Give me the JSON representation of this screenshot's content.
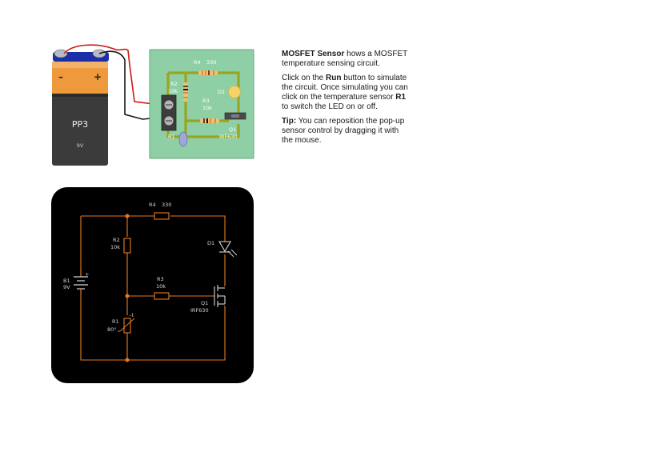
{
  "battery": {
    "type_label": "PP3",
    "voltage_label": "9V",
    "minus_label": "–",
    "plus_label": "+"
  },
  "pcb": {
    "r4_ref": "R4",
    "r4_value": "330",
    "r2_ref": "R2",
    "r2_value": "10k",
    "r3_ref": "R3",
    "r3_value": "10k",
    "d1_ref": "D1",
    "q1_ref": "Q1",
    "q1_part": "IRF630",
    "r1_ref": "R1"
  },
  "schematic": {
    "r4_ref": "R4",
    "r4_value": "330",
    "r2_ref": "R2",
    "r2_value": "10k",
    "r3_ref": "R3",
    "r3_value": "10k",
    "d1_ref": "D1",
    "q1_ref": "Q1",
    "q1_part": "IRF630",
    "b1_ref": "B1",
    "b1_value": "9V",
    "b1_plus": "+",
    "r1_ref": "R1",
    "r1_value": "80°",
    "r1_symbol": "-t"
  },
  "info": {
    "title": "MOSFET Sensor",
    "title_suffix": " hows a MOSFET temperature sensing circuit.",
    "p2_before": "Click on the ",
    "p2_run": "Run",
    "p2_middle": " button to simulate the circuit. Once simulating you can click on the temperature sensor ",
    "p2_r1": "R1",
    "p2_after": " to switch the LED on or off.",
    "tip_label": "Tip:",
    "tip_text": " You can reposition the pop-up sensor control by dragging it with the mouse."
  }
}
